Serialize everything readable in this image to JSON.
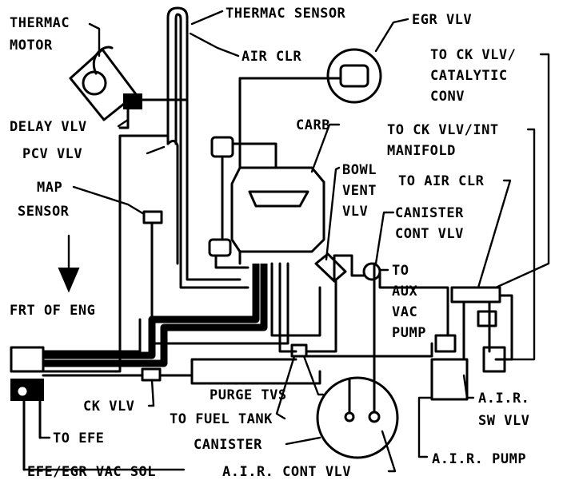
{
  "diagram": {
    "labels": {
      "thermac_motor_1": "THERMAC",
      "thermac_motor_2": "MOTOR",
      "thermac_sensor": "THERMAC SENSOR",
      "egr_vlv": "EGR VLV",
      "air_clr": "AIR CLR",
      "to_ck_vlv_cat_1": "TO CK VLV/",
      "to_ck_vlv_cat_2": "CATALYTIC",
      "to_ck_vlv_cat_3": "CONV",
      "delay_vlv": "DELAY VLV",
      "carb": "CARB",
      "to_ck_vlv_int_1": "TO CK VLV/INT",
      "to_ck_vlv_int_2": "MANIFOLD",
      "pcv_vlv": "PCV VLV",
      "bowl_vent_1": "BOWL",
      "bowl_vent_2": "VENT",
      "bowl_vent_3": "VLV",
      "to_air_clr": "TO AIR CLR",
      "map_sensor_1": "MAP",
      "map_sensor_2": "SENSOR",
      "canister_cont_1": "CANISTER",
      "canister_cont_2": "CONT VLV",
      "aux_vac_1": "TO",
      "aux_vac_2": "AUX",
      "aux_vac_3": "VAC",
      "aux_vac_4": "PUMP",
      "frt_of_eng": "FRT OF ENG",
      "purge_tvs": "PURGE TVS",
      "air_sw_1": "A.I.R.",
      "air_sw_2": "SW VLV",
      "ck_vlv": "CK VLV",
      "to_fuel_tank": "TO FUEL TANK",
      "to_efe": "TO EFE",
      "canister": "CANISTER",
      "air_pump": "A.I.R. PUMP",
      "efe_egr_sol": "EFE/EGR VAC SOL",
      "air_cont_vlv": "A.I.R. CONT VLV"
    }
  }
}
